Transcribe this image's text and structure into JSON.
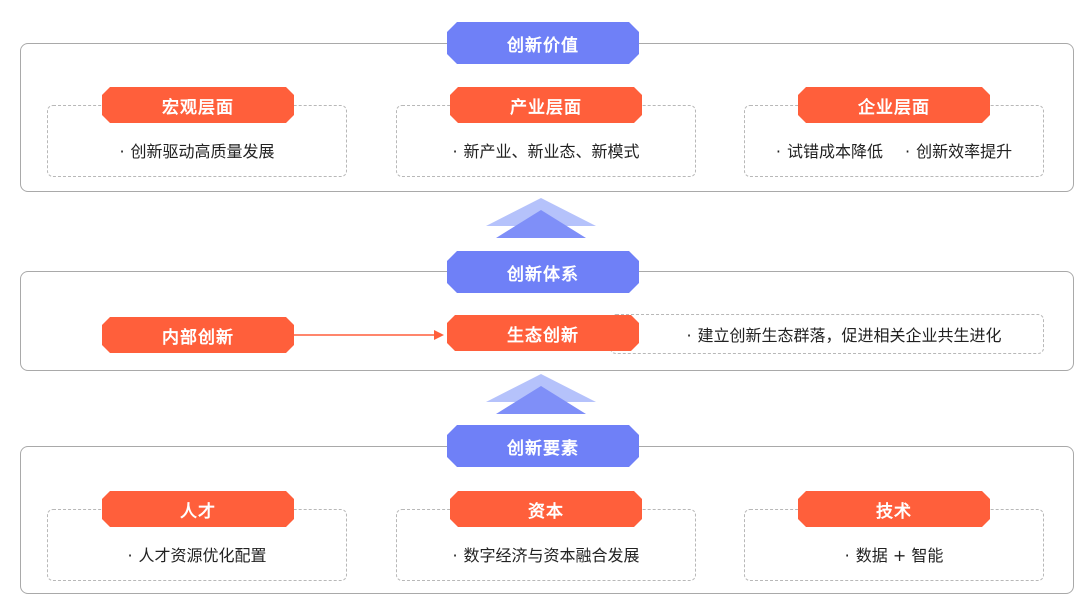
{
  "colors": {
    "blue": "#6f80f7",
    "orange": "#ff5f3b",
    "arrow_light": "#b5c2fb",
    "arrow_dark": "#7f8ff8"
  },
  "top": {
    "title": "创新价值",
    "columns": [
      {
        "label": "宏观层面",
        "items": [
          "创新驱动高质量发展"
        ]
      },
      {
        "label": "产业层面",
        "items": [
          "新产业、新业态、新模式"
        ]
      },
      {
        "label": "企业层面",
        "items": [
          "试错成本降低",
          "创新效率提升"
        ]
      }
    ]
  },
  "middle": {
    "title": "创新体系",
    "left_label": "内部创新",
    "center_label": "生态创新",
    "description": "建立创新生态群落，促进相关企业共生进化"
  },
  "bottom": {
    "title": "创新要素",
    "columns": [
      {
        "label": "人才",
        "items": [
          "人才资源优化配置"
        ]
      },
      {
        "label": "资本",
        "items": [
          "数字经济与资本融合发展"
        ]
      },
      {
        "label": "技术",
        "items": [
          "数据 + 智能"
        ]
      }
    ]
  },
  "bullet": "·"
}
